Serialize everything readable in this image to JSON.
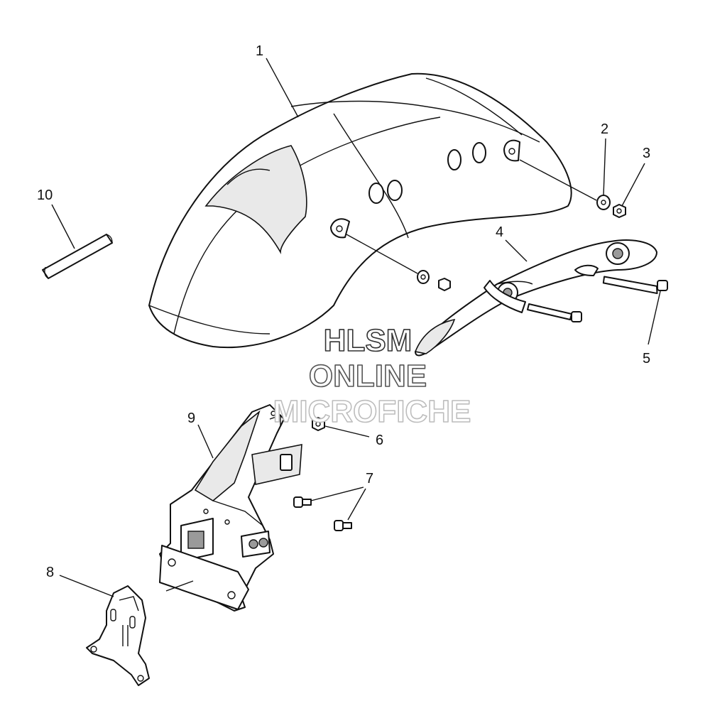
{
  "callouts": [
    {
      "label": "1"
    },
    {
      "label": "2"
    },
    {
      "label": "3"
    },
    {
      "label": "4"
    },
    {
      "label": "5"
    },
    {
      "label": "6"
    },
    {
      "label": "7"
    },
    {
      "label": "8"
    },
    {
      "label": "9"
    },
    {
      "label": "10"
    }
  ],
  "watermark": {
    "line1": "HLSM",
    "line2": "ONLINE",
    "line3": "MICROFICHE",
    "colors": {
      "stroke_dark": "#333333",
      "stroke_light": "#bdbdbd"
    }
  }
}
